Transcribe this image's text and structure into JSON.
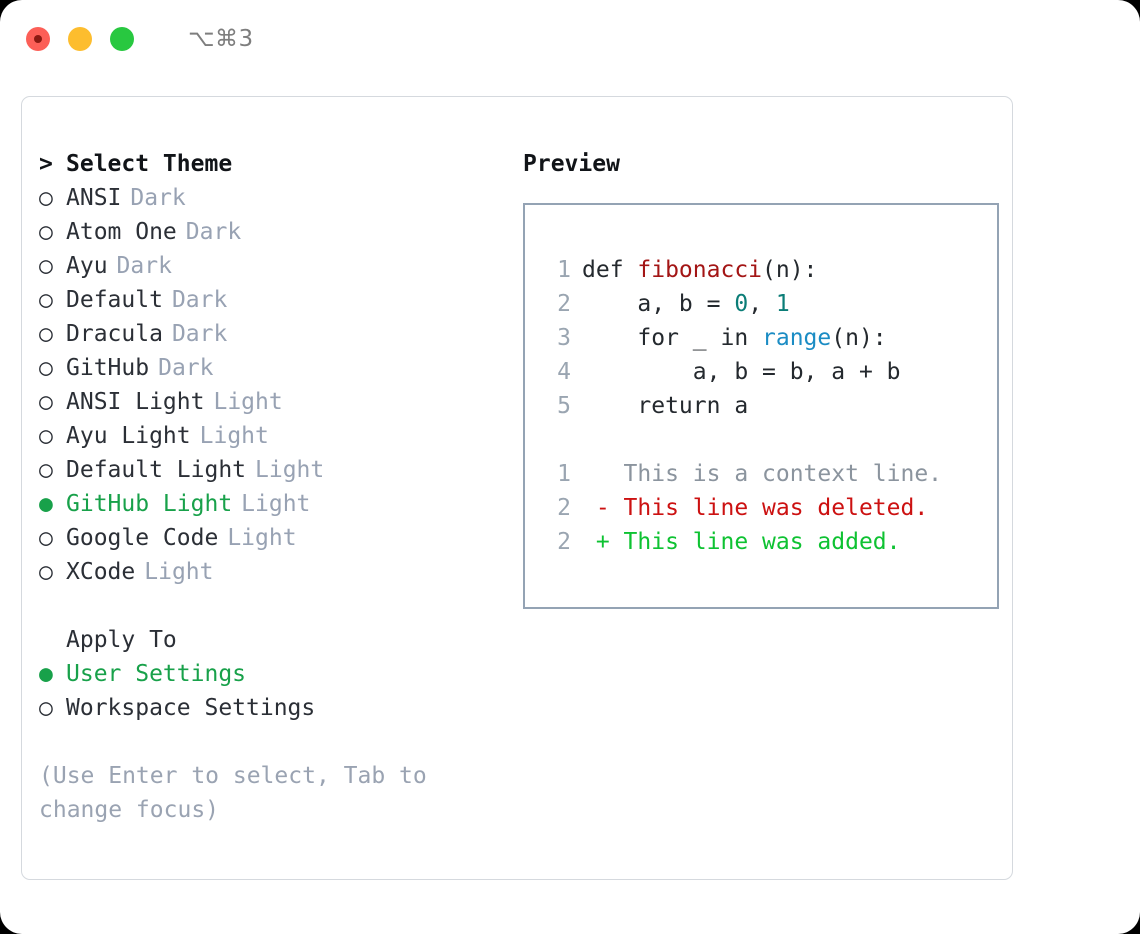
{
  "titlebar": {
    "shortcut": "⌥⌘3",
    "buttons": [
      "close",
      "minimize",
      "zoom"
    ]
  },
  "theme_panel": {
    "heading": "Select Theme",
    "heading_marker": ">",
    "marker_unselected": "○",
    "marker_selected": "●",
    "items": [
      {
        "label": "ANSI",
        "badge": "Dark",
        "selected": false
      },
      {
        "label": "Atom One",
        "badge": "Dark",
        "selected": false
      },
      {
        "label": "Ayu",
        "badge": "Dark",
        "selected": false
      },
      {
        "label": "Default",
        "badge": "Dark",
        "selected": false
      },
      {
        "label": "Dracula",
        "badge": "Dark",
        "selected": false
      },
      {
        "label": "GitHub",
        "badge": "Dark",
        "selected": false
      },
      {
        "label": "ANSI Light",
        "badge": "Light",
        "selected": false
      },
      {
        "label": "Ayu Light",
        "badge": "Light",
        "selected": false
      },
      {
        "label": "Default Light",
        "badge": "Light",
        "selected": false
      },
      {
        "label": "GitHub Light",
        "badge": "Light",
        "selected": true
      },
      {
        "label": "Google Code",
        "badge": "Light",
        "selected": false
      },
      {
        "label": "XCode",
        "badge": "Light",
        "selected": false
      }
    ]
  },
  "apply_to": {
    "heading": "Apply To",
    "options": [
      {
        "label": "User Settings",
        "selected": true
      },
      {
        "label": "Workspace Settings",
        "selected": false
      }
    ]
  },
  "hint": "(Use Enter to select, Tab to change focus)",
  "preview": {
    "title": "Preview",
    "code_lines": [
      {
        "num": "1",
        "parts": [
          {
            "text": "def ",
            "tok": "plain"
          },
          {
            "text": "fibonacci",
            "tok": "fn"
          },
          {
            "text": "(n):",
            "tok": "plain"
          }
        ]
      },
      {
        "num": "2",
        "parts": [
          {
            "text": "    a, b = ",
            "tok": "plain"
          },
          {
            "text": "0",
            "tok": "num"
          },
          {
            "text": ", ",
            "tok": "plain"
          },
          {
            "text": "1",
            "tok": "num"
          }
        ]
      },
      {
        "num": "3",
        "parts": [
          {
            "text": "    for _ in ",
            "tok": "plain"
          },
          {
            "text": "range",
            "tok": "call"
          },
          {
            "text": "(n):",
            "tok": "plain"
          }
        ]
      },
      {
        "num": "4",
        "parts": [
          {
            "text": "        a, b = b, a + b",
            "tok": "plain"
          }
        ]
      },
      {
        "num": "5",
        "parts": [
          {
            "text": "    return a",
            "tok": "plain"
          }
        ]
      }
    ],
    "diff_lines": [
      {
        "num": "1",
        "sign": " ",
        "text": "This is a context line.",
        "kind": "ctx"
      },
      {
        "num": "2",
        "sign": "-",
        "text": "This line was deleted.",
        "kind": "del"
      },
      {
        "num": "2",
        "sign": "+",
        "text": "This line was added.",
        "kind": "add"
      }
    ]
  },
  "colors": {
    "accent_green": "#18a14a",
    "diff_add": "#0ec232",
    "diff_del": "#cc1111",
    "badge_grey": "#98a2b3",
    "hint_grey": "#9aa3b2",
    "fn_red": "#a31515",
    "num_teal": "#0b7d77",
    "call_blue": "#1b8cc4",
    "gutter": "#9aa5b1",
    "panel_border": "#94a3b4"
  }
}
